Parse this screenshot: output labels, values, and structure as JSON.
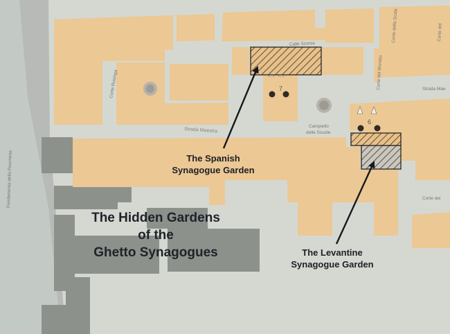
{
  "map": {
    "title_lines": [
      "The Hidden Gardens",
      "of the",
      "Ghetto Synagogues"
    ],
    "callouts": {
      "spanish": [
        "The Spanish",
        "Synagogue Garden"
      ],
      "levantine": [
        "The Levantine",
        "Synagogue Garden"
      ]
    },
    "street_labels": {
      "fondamenta": "Fondamenta della Pescheria",
      "corte_rusinga": "Corte Rusinga",
      "calle_scorsa": "Calle Scorsa",
      "corte_del_moretto": "Corte del Moretto",
      "corte_della_scala": "Corte della Scala",
      "corte_del": "Corte del",
      "strada_maestra": "Strada Maestra",
      "campiello": "Campiello",
      "delle_scuole": "delle Scuole",
      "strada_mae": "Strada Mae",
      "corte_dei": "Corte dei"
    },
    "synagogue_numbers": {
      "spanish": "7",
      "levantine": "6"
    }
  },
  "colors": {
    "background": "#d4d8d1",
    "buildings": "#ecc895",
    "gray_blocks": "#8c918c",
    "text": "#1f2228",
    "hatch": "#3a3226"
  }
}
